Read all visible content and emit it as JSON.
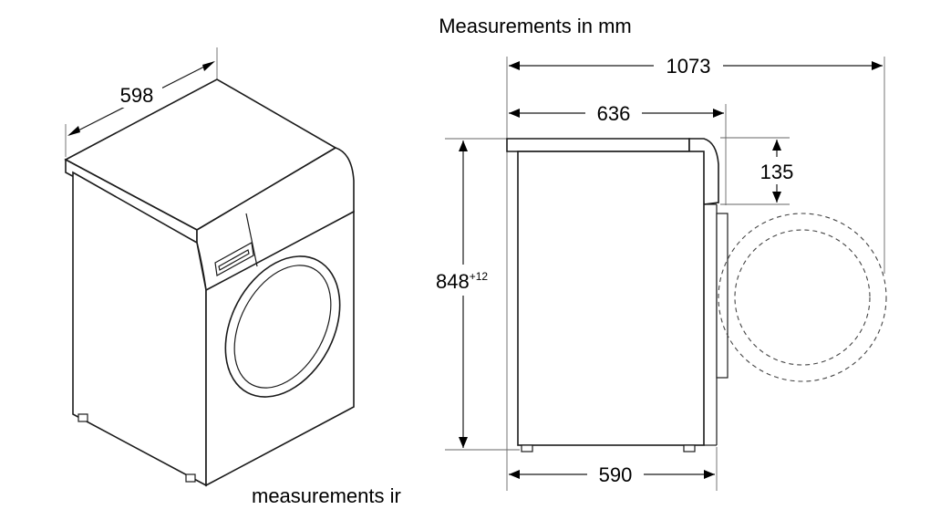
{
  "title": "Measurements in mm",
  "caption": "measurements ir",
  "dimensions": {
    "width": "598",
    "total_depth_door_open": "1073",
    "depth": "636",
    "door_offset": "135",
    "height": "848",
    "height_tolerance": "+12",
    "base_depth": "590"
  }
}
